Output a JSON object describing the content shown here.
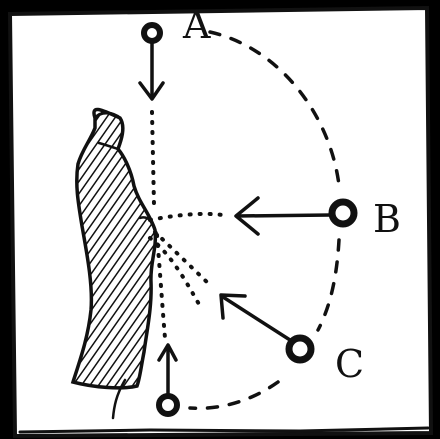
{
  "diagram": {
    "labels": {
      "a": "A",
      "b": "B",
      "c": "C"
    },
    "colors": {
      "background": "#000000",
      "paper": "#ffffff",
      "ink": "#111111"
    }
  }
}
